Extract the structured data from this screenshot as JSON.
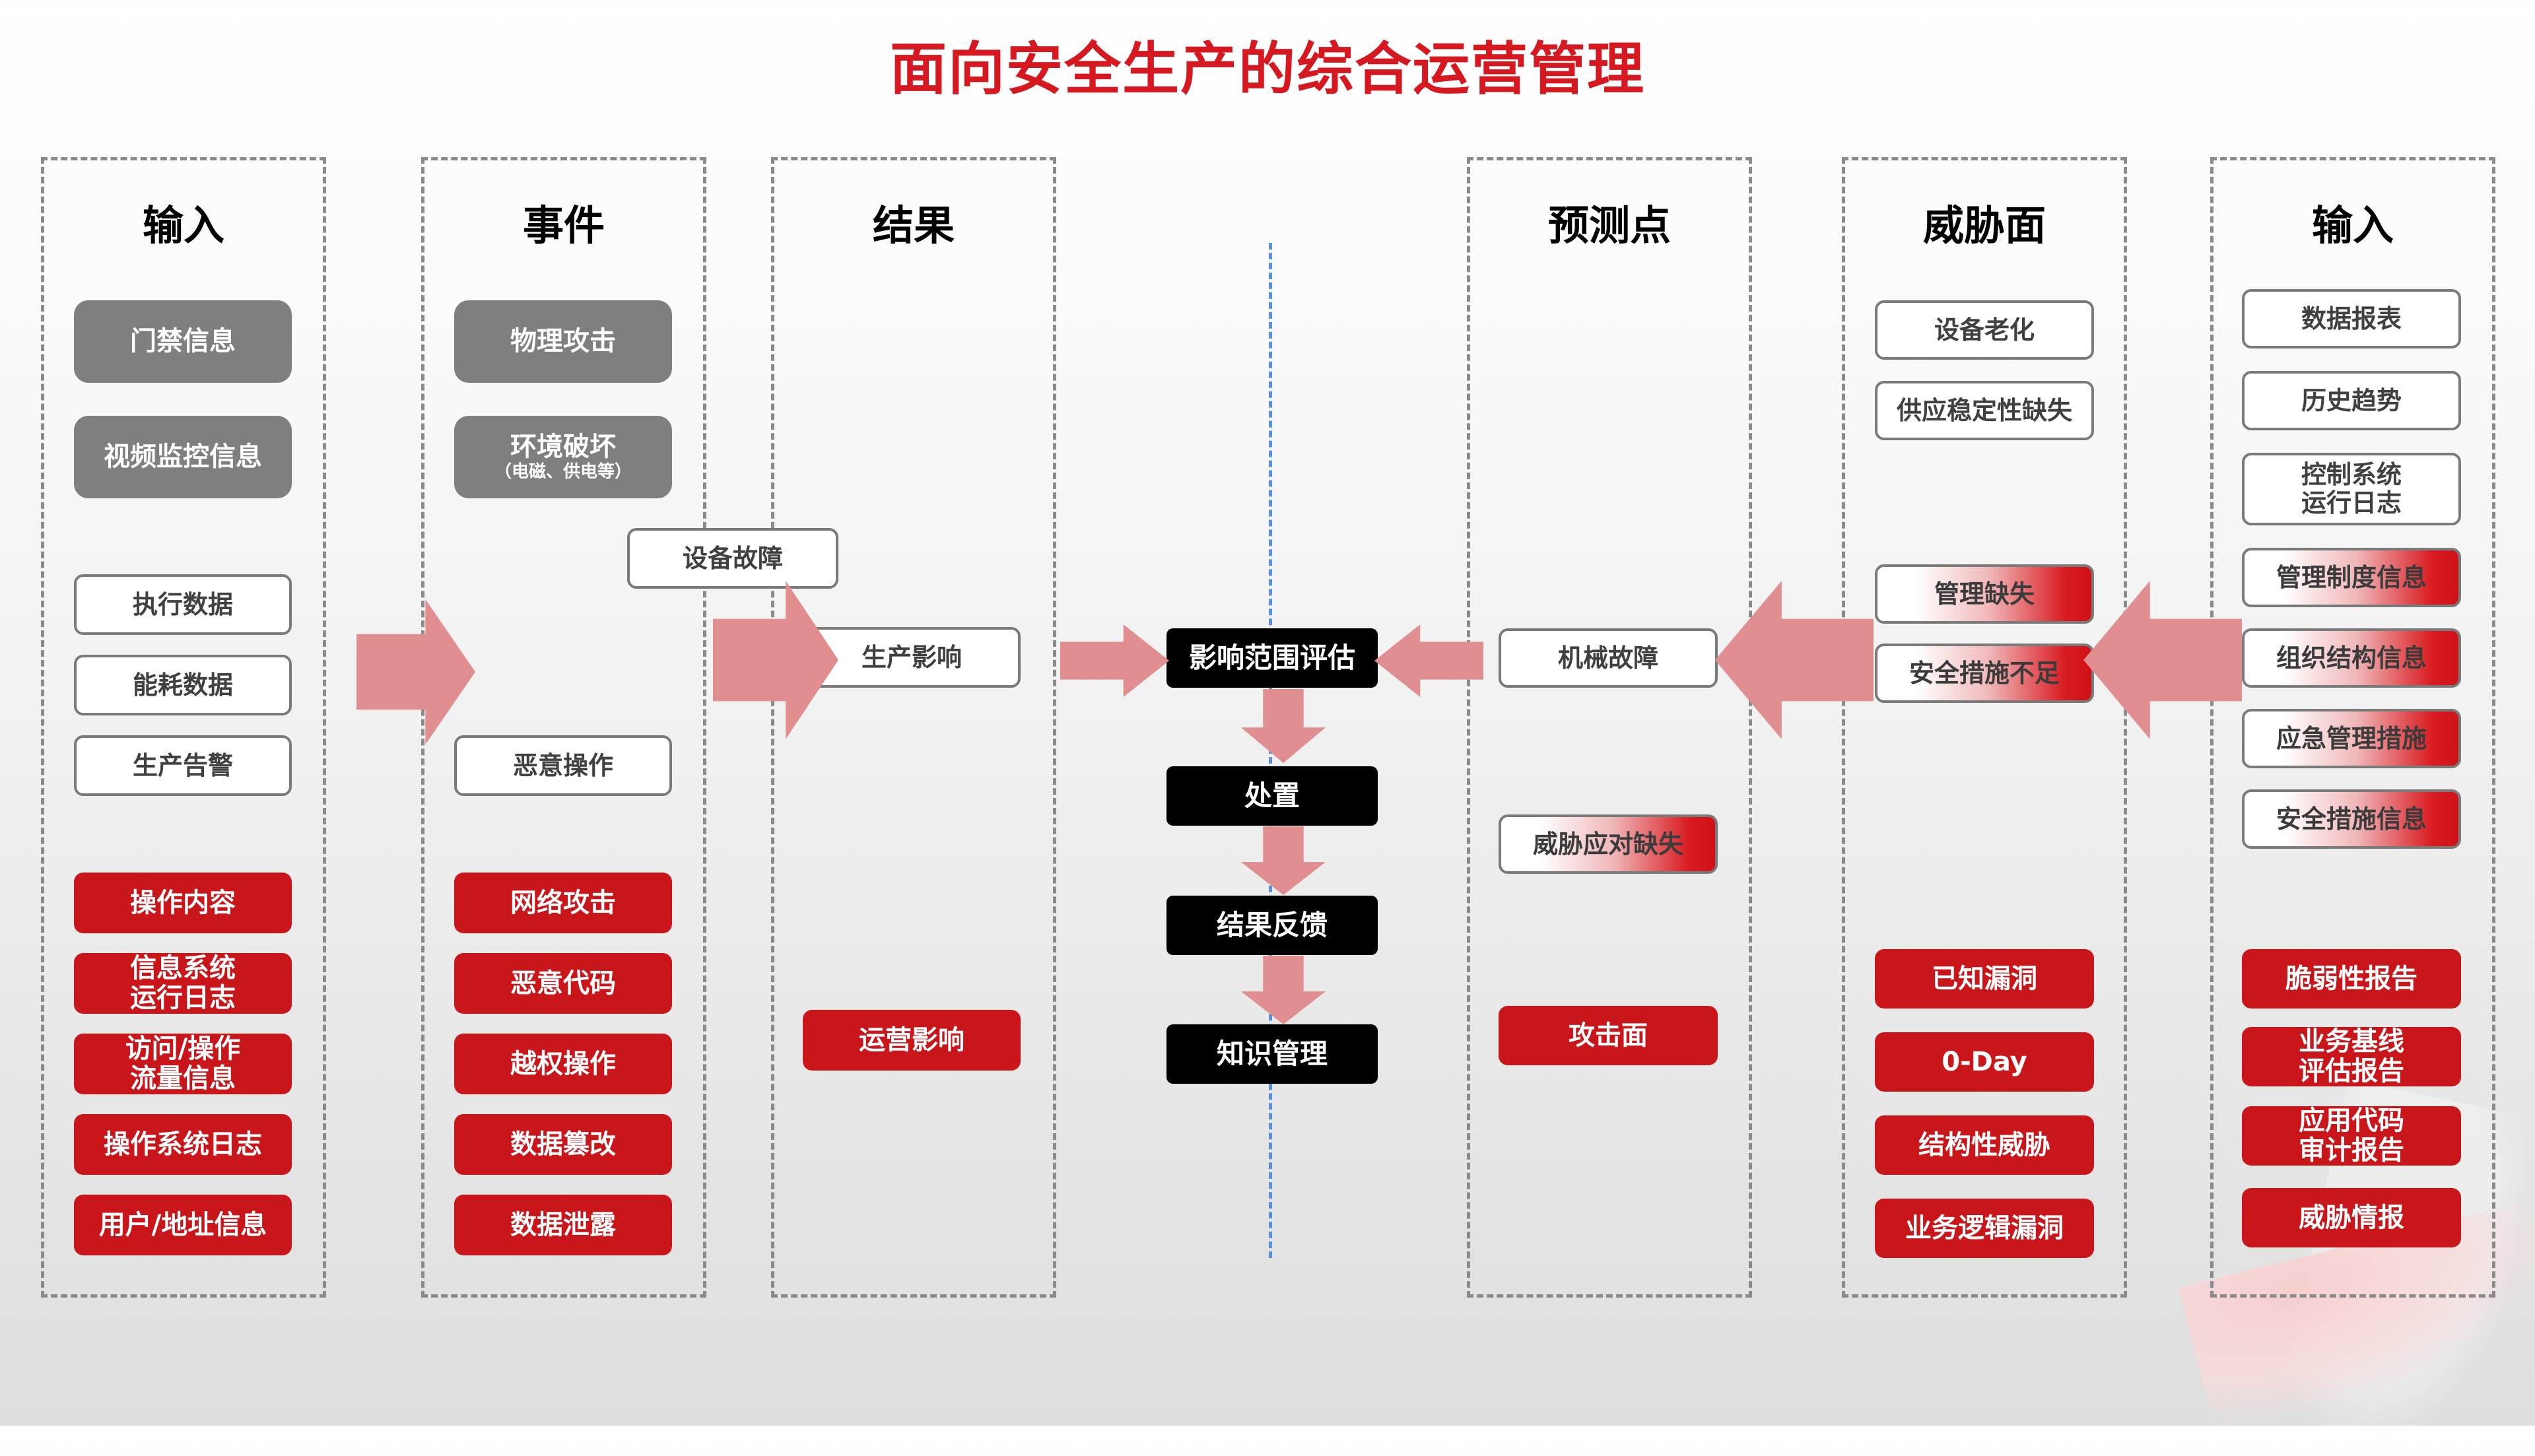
{
  "title": "面向安全生产的综合运营管理",
  "colors": {
    "accent_red": "#c9161b",
    "title_red": "#d61921",
    "gray_box": "#7f7f7f",
    "arrow_pink": "#e08e90",
    "dash_border": "#8a8a8a",
    "center_line": "#5b8fd6"
  },
  "columns": [
    {
      "id": "input-left",
      "title": "输入",
      "boxes": [
        {
          "label": "门禁信息",
          "style": "gray"
        },
        {
          "label": "视频监控信息",
          "style": "gray"
        },
        {
          "label": "执行数据",
          "style": "white"
        },
        {
          "label": "能耗数据",
          "style": "white"
        },
        {
          "label": "生产告警",
          "style": "white"
        },
        {
          "label": "操作内容",
          "style": "red"
        },
        {
          "label": "信息系统\n运行日志",
          "style": "red"
        },
        {
          "label": "访问/操作\n流量信息",
          "style": "red"
        },
        {
          "label": "操作系统日志",
          "style": "red"
        },
        {
          "label": "用户/地址信息",
          "style": "red"
        }
      ]
    },
    {
      "id": "events",
      "title": "事件",
      "boxes": [
        {
          "label": "物理攻击",
          "style": "gray"
        },
        {
          "label": "环境破坏",
          "sub": "（电磁、供电等）",
          "style": "gray"
        },
        {
          "label": "恶意操作",
          "style": "white"
        },
        {
          "label": "网络攻击",
          "style": "red"
        },
        {
          "label": "恶意代码",
          "style": "red"
        },
        {
          "label": "越权操作",
          "style": "red"
        },
        {
          "label": "数据篡改",
          "style": "red"
        },
        {
          "label": "数据泄露",
          "style": "red"
        }
      ]
    },
    {
      "id": "results",
      "title": "结果",
      "boxes": [
        {
          "label": "设备故障",
          "style": "white"
        },
        {
          "label": "生产影响",
          "style": "white"
        },
        {
          "label": "运营影响",
          "style": "red"
        }
      ]
    },
    {
      "id": "center-flow",
      "title": "",
      "boxes": [
        {
          "label": "影响范围评估",
          "style": "black"
        },
        {
          "label": "处置",
          "style": "black"
        },
        {
          "label": "结果反馈",
          "style": "black"
        },
        {
          "label": "知识管理",
          "style": "black"
        }
      ]
    },
    {
      "id": "prediction-points",
      "title": "预测点",
      "boxes": [
        {
          "label": "机械故障",
          "style": "white"
        },
        {
          "label": "威胁应对缺失",
          "style": "gradient"
        },
        {
          "label": "攻击面",
          "style": "red"
        }
      ]
    },
    {
      "id": "threat-surface",
      "title": "威胁面",
      "boxes": [
        {
          "label": "设备老化",
          "style": "white"
        },
        {
          "label": "供应稳定性缺失",
          "style": "white"
        },
        {
          "label": "管理缺失",
          "style": "gradient"
        },
        {
          "label": "安全措施不足",
          "style": "gradient"
        },
        {
          "label": "已知漏洞",
          "style": "red"
        },
        {
          "label": "0-Day",
          "style": "red"
        },
        {
          "label": "结构性威胁",
          "style": "red"
        },
        {
          "label": "业务逻辑漏洞",
          "style": "red"
        }
      ]
    },
    {
      "id": "input-right",
      "title": "输入",
      "boxes": [
        {
          "label": "数据报表",
          "style": "white"
        },
        {
          "label": "历史趋势",
          "style": "white"
        },
        {
          "label": "控制系统\n运行日志",
          "style": "white"
        },
        {
          "label": "管理制度信息",
          "style": "gradient"
        },
        {
          "label": "组织结构信息",
          "style": "gradient"
        },
        {
          "label": "应急管理措施",
          "style": "gradient"
        },
        {
          "label": "安全措施信息",
          "style": "gradient"
        },
        {
          "label": "脆弱性报告",
          "style": "red"
        },
        {
          "label": "业务基线\n评估报告",
          "style": "red"
        },
        {
          "label": "应用代码\n审计报告",
          "style": "red"
        },
        {
          "label": "威胁情报",
          "style": "red"
        }
      ]
    }
  ],
  "arrows": [
    {
      "name": "input-to-events",
      "direction": "right"
    },
    {
      "name": "events-to-results",
      "direction": "right"
    },
    {
      "name": "results-to-assessment",
      "direction": "right"
    },
    {
      "name": "prediction-to-assessment",
      "direction": "left"
    },
    {
      "name": "threat-to-prediction",
      "direction": "left"
    },
    {
      "name": "input-right-to-threat",
      "direction": "left"
    },
    {
      "name": "assessment-to-disposal",
      "direction": "down"
    },
    {
      "name": "disposal-to-feedback",
      "direction": "down"
    },
    {
      "name": "feedback-to-knowledge",
      "direction": "down"
    }
  ]
}
